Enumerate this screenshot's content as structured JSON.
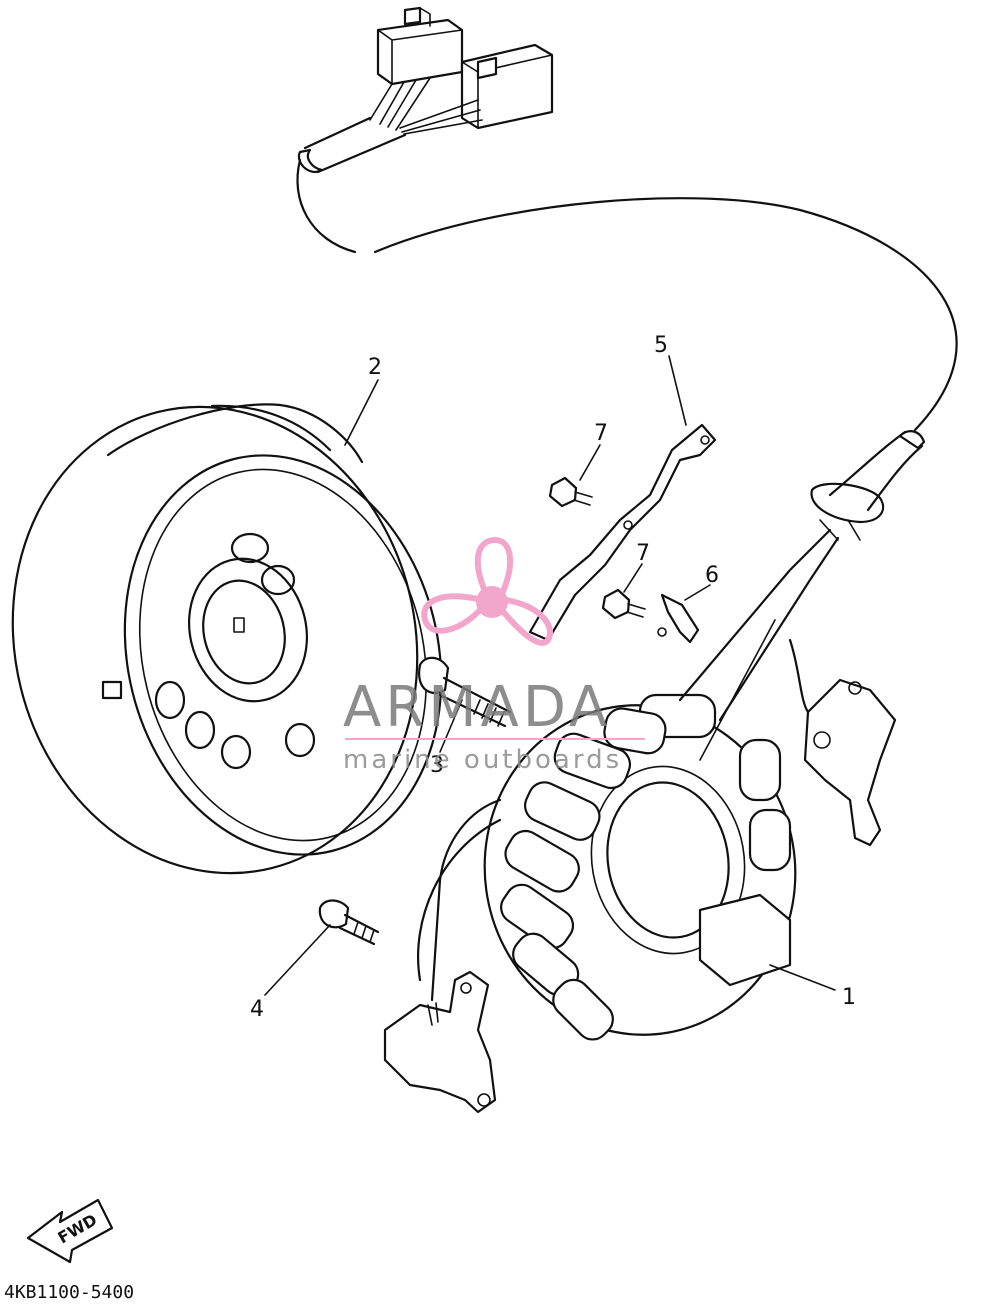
{
  "watermark": {
    "title": "ARMADA",
    "subtitle": "marine outboards",
    "accent_color": "#f2a6cc",
    "text_color": "#7a7a7a"
  },
  "callouts": [
    "1",
    "2",
    "3",
    "4",
    "5",
    "6",
    "7",
    "7"
  ],
  "direction_label": "FWD",
  "diagram_code": "4KB1100-5400"
}
